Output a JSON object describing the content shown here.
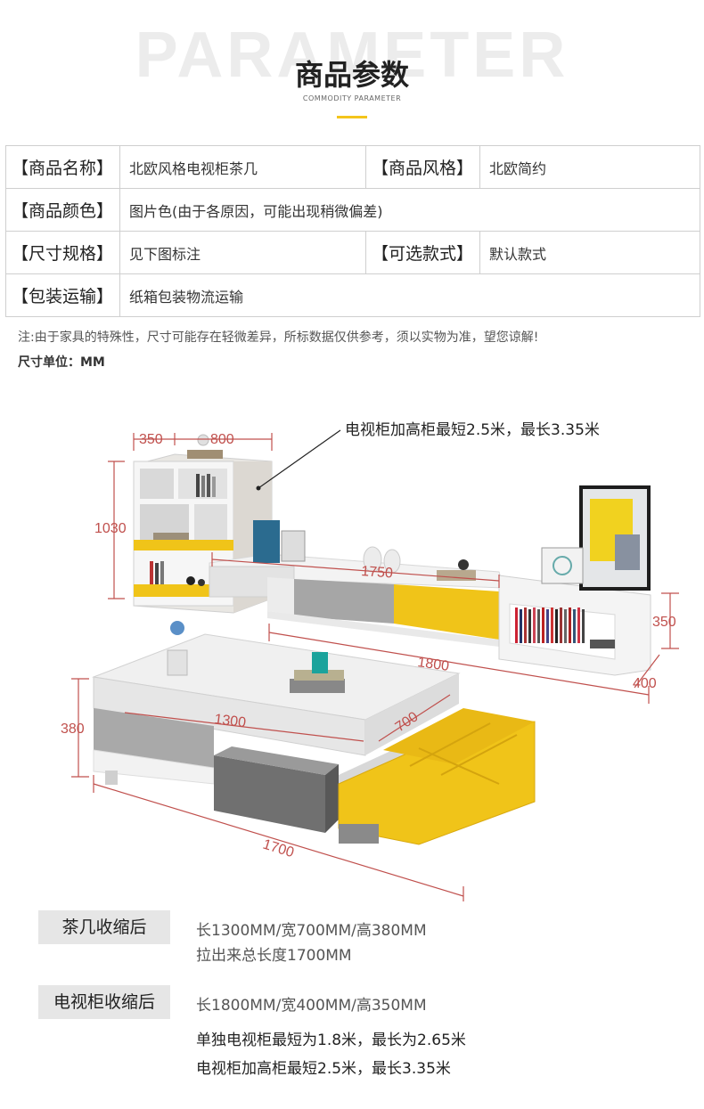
{
  "header": {
    "bg_word": "PARAMETER",
    "title": "商品参数",
    "subtitle": "COMMODITY PARAMETER",
    "accent_color": "#f4c51b"
  },
  "params": [
    {
      "label": "【商品名称】",
      "value": "北欧风格电视柜茶几",
      "label2": "【商品风格】",
      "value2": "北欧简约"
    },
    {
      "label": "【商品颜色】",
      "value": "图片色(由于各原因，可能出现稍微偏差)"
    },
    {
      "label": "【尺寸规格】",
      "value": "见下图标注",
      "label2": "【可选款式】",
      "value2": "默认款式"
    },
    {
      "label": "【包装运输】",
      "value": "纸箱包装物流运输"
    }
  ],
  "note": "注:由于家具的特殊性，尺寸可能存在轻微差异，所标数据仅供参考，须以实物为准，望您谅解!",
  "unit": "尺寸单位：MM",
  "diagram": {
    "callout": "电视柜加高柜最短2.5米，最长3.35米",
    "dims": {
      "d350_top": "350",
      "d800": "800",
      "d1030": "1030",
      "d1750": "1750",
      "d350_right": "350",
      "d1800": "1800",
      "d400": "400",
      "d380": "380",
      "d1300": "1300",
      "d700": "700",
      "d1700": "1700"
    },
    "dim_color": "#c0504d"
  },
  "summary": {
    "coffee_table": {
      "label": "茶几收缩后",
      "line1": "长1300MM/宽700MM/高380MM",
      "line2": "拉出来总长度1700MM"
    },
    "tv_cabinet": {
      "label": "电视柜收缩后",
      "line1": "长1800MM/宽400MM/高350MM",
      "line2": "单独电视柜最短为1.8米，最长为2.65米",
      "line3": "电视柜加高柜最短2.5米，最长3.35米"
    }
  }
}
